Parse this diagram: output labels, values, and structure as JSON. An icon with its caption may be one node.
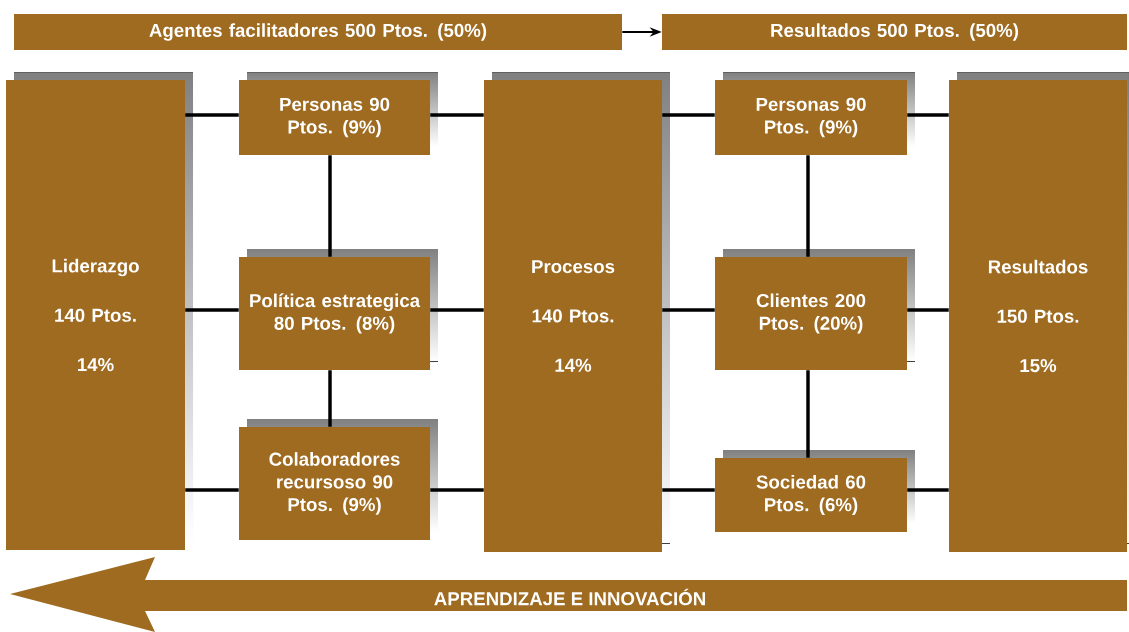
{
  "diagram": {
    "nodes": [
      {
        "text": [
          "Agentes facilitadores 500 Ptos. (50%)"
        ]
      },
      {
        "text": [
          "Resultados 500 Ptos. (50%)"
        ]
      },
      {
        "text": [
          "Liderazgo",
          "140 Ptos.",
          "14%"
        ]
      },
      {
        "text": [
          "Personas 90 Ptos. (9%)"
        ]
      },
      {
        "text": [
          "Política estrategica 80 Ptos. (8%)"
        ]
      },
      {
        "text": [
          "Colaboradores recursoso 90 Ptos. (9%)"
        ]
      },
      {
        "text": [
          "Procesos",
          "140 Ptos.",
          "14%"
        ]
      },
      {
        "text": [
          "Personas 90 Ptos. (9%)"
        ]
      },
      {
        "text": [
          "Clientes 200 Ptos. (20%)"
        ]
      },
      {
        "text": [
          "Sociedad 60 Ptos. (6%)"
        ]
      },
      {
        "text": [
          "Resultados",
          "150 Ptos.",
          "15%"
        ]
      },
      {
        "text": [
          "APRENDIZAJE E INNOVACIÓN"
        ]
      }
    ],
    "edges": [
      {
        "from": 0,
        "to": 1,
        "arrow": "to"
      },
      {
        "from": 2,
        "to": 3,
        "arrow": "none"
      },
      {
        "from": 2,
        "to": 4,
        "arrow": "none"
      },
      {
        "from": 2,
        "to": 5,
        "arrow": "none"
      },
      {
        "from": 3,
        "to": 6,
        "arrow": "none"
      },
      {
        "from": 4,
        "to": 6,
        "arrow": "none"
      },
      {
        "from": 5,
        "to": 6,
        "arrow": "none"
      },
      {
        "from": 3,
        "to": 4,
        "arrow": "none"
      },
      {
        "from": 4,
        "to": 5,
        "arrow": "none"
      },
      {
        "from": 6,
        "to": 7,
        "arrow": "none"
      },
      {
        "from": 6,
        "to": 8,
        "arrow": "none"
      },
      {
        "from": 6,
        "to": 9,
        "arrow": "none"
      },
      {
        "from": 7,
        "to": 10,
        "arrow": "none"
      },
      {
        "from": 8,
        "to": 10,
        "arrow": "none"
      },
      {
        "from": 9,
        "to": 10,
        "arrow": "none"
      },
      {
        "from": 7,
        "to": 8,
        "arrow": "none"
      },
      {
        "from": 8,
        "to": 9,
        "arrow": "none"
      }
    ]
  }
}
